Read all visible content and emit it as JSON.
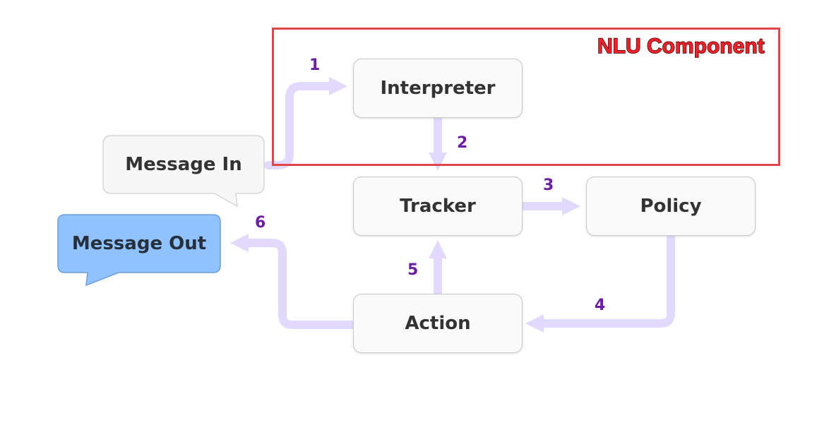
{
  "nlu": {
    "title": "NLU Component"
  },
  "nodes": {
    "interpreter": "Interpreter",
    "tracker": "Tracker",
    "policy": "Policy",
    "action": "Action",
    "message_in": "Message In",
    "message_out": "Message Out"
  },
  "steps": [
    "1",
    "2",
    "3",
    "4",
    "5",
    "6"
  ],
  "colors": {
    "arrow": "#e2dafc",
    "step_number": "#6b1fa3",
    "nlu_border": "#e0454a",
    "nlu_title": "#f3202a",
    "message_out_fill": "#8fc2ff",
    "message_in_fill": "#f7f7f7"
  }
}
